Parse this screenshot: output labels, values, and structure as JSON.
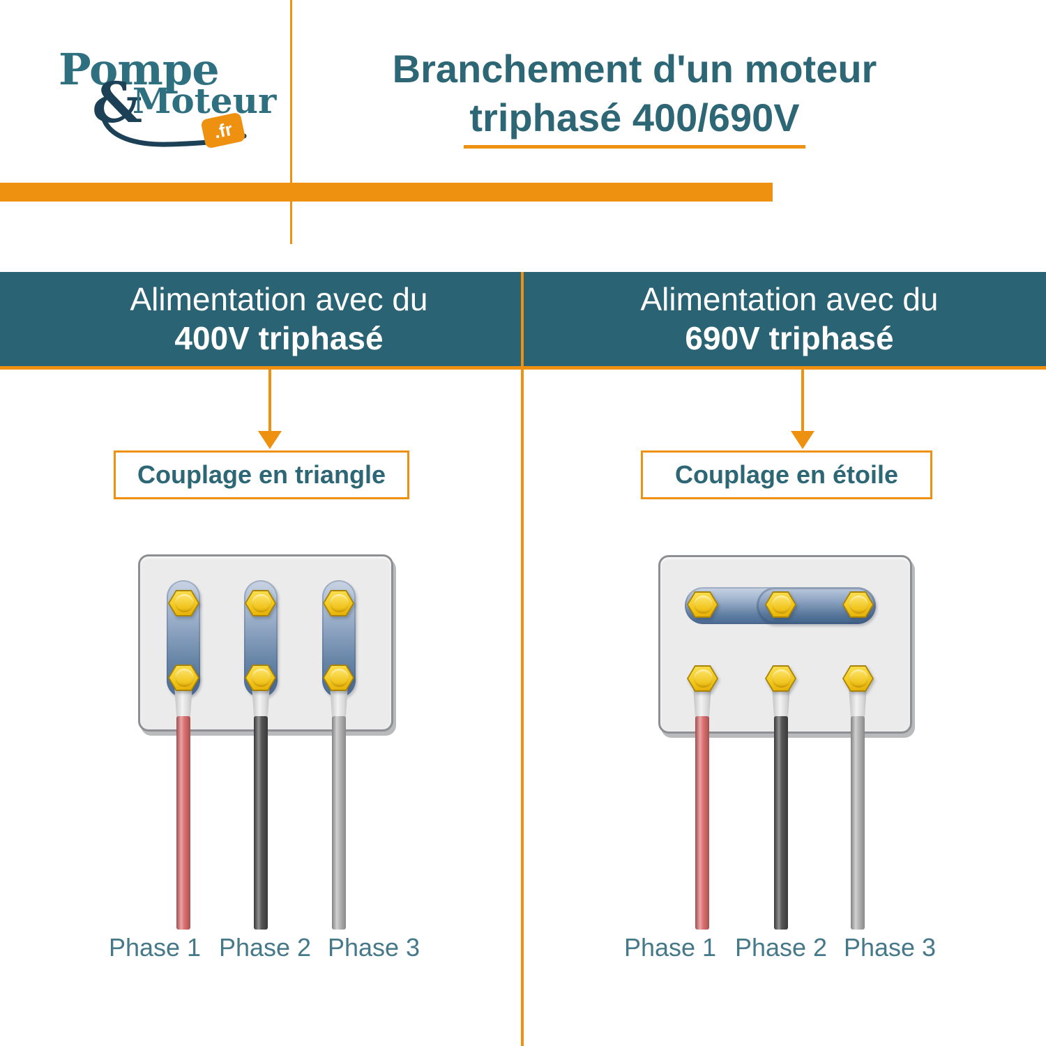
{
  "logo": {
    "word1": "Pompe",
    "ampersand": "&",
    "word2": "Moteur",
    "tld": ".fr"
  },
  "title": {
    "line1": "Branchement d'un moteur",
    "line2": "triphasé 400/690V"
  },
  "sections": {
    "left": {
      "header_line1": "Alimentation avec du",
      "header_line2": "400V triphasé",
      "coupling": "Couplage en triangle",
      "phases": [
        "Phase 1",
        "Phase 2",
        "Phase 3"
      ]
    },
    "right": {
      "header_line1": "Alimentation avec du",
      "header_line2": "690V triphasé",
      "coupling": "Couplage en étoile",
      "phases": [
        "Phase 1",
        "Phase 2",
        "Phase 3"
      ]
    }
  },
  "diagram": {
    "left_block": {
      "coupling_type": "triangle (delta)",
      "bus_bars": "3 vertical straps, 2 terminals each",
      "wire_colors": [
        "red",
        "dark-gray",
        "light-gray"
      ]
    },
    "right_block": {
      "coupling_type": "étoile (star)",
      "bus_bars": "1 horizontal strap across 3 top terminals",
      "wire_colors": [
        "red",
        "dark-gray",
        "light-gray"
      ]
    }
  },
  "colors": {
    "teal": "#2a6373",
    "teal-text": "#2d6775",
    "orange": "#ee9110",
    "phase-label": "#45798a",
    "wire-red": "#dd6a6a",
    "wire-dark": "#4b4b4b",
    "wire-gray": "#b3b3b3"
  }
}
